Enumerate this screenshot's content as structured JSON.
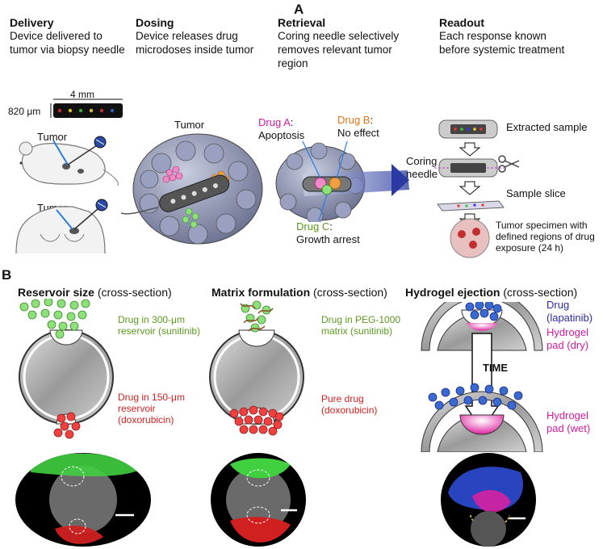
{
  "panel_a": {
    "label": "A",
    "steps": [
      {
        "title": "Delivery",
        "desc": "Device delivered to tumor via biopsy needle"
      },
      {
        "title": "Dosing",
        "desc": "Device releases drug microdoses inside tumor"
      },
      {
        "title": "Retrieval",
        "desc": "Coring needle selectively removes relevant tumor region"
      },
      {
        "title": "Readout",
        "desc": "Each response known before systemic treatment"
      }
    ],
    "scale_4mm": "4 mm",
    "scale_820um": "820 μm",
    "tumor_label_mouse": "Tumor",
    "tumor_label_human": "Tumor",
    "tumor_label_center": "Tumor",
    "drug_a": "Drug A",
    "drug_a_effect": "Apoptosis",
    "drug_b": "Drug B",
    "drug_b_effect": "No effect",
    "drug_c": "Drug C",
    "drug_c_effect": "Growth arrest",
    "coring_needle": "Coring needle",
    "extracted_sample": "Extracted sample",
    "sample_slice": "Sample slice",
    "specimen_desc": "Tumor specimen with defined regions of drug exposure (24 h)"
  },
  "panel_b": {
    "label": "B",
    "columns": [
      {
        "title": "Reservoir size",
        "suffix": "(cross-section)",
        "top_label": "Drug in 300-μm reservoir (sunitinib)",
        "bottom_label": "Drug in 150-μm reservoir (doxorubicin)"
      },
      {
        "title": "Matrix formulation",
        "suffix": "(cross-section)",
        "top_label": "Drug in PEG-1000 matrix (sunitinib)",
        "bottom_label": "Pure drug (doxorubicin)"
      },
      {
        "title": "Hydrogel ejection",
        "suffix": "(cross-section)",
        "drug_label": "Drug (lapatinib)",
        "pad_dry": "Hydrogel pad (dry)",
        "time": "TIME",
        "pad_wet": "Hydrogel pad (wet)"
      }
    ]
  },
  "colors": {
    "green": "#5a9a1e",
    "red": "#d62020",
    "magenta": "#d11aa0",
    "orange": "#e0741a",
    "blue": "#2b2ba6"
  }
}
